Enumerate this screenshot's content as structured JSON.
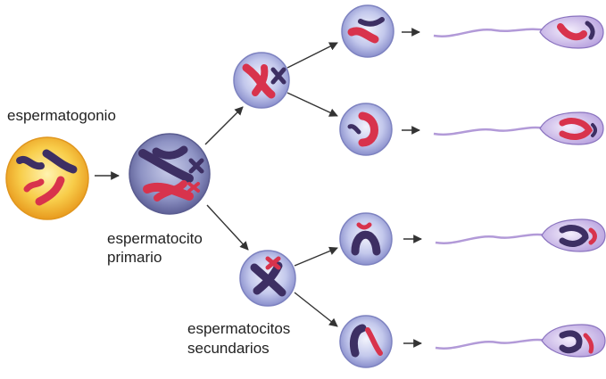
{
  "labels": {
    "spermatogonium": "espermatogonio",
    "primary_line1": "espermatocito",
    "primary_line2": "primario",
    "secondary_line1": "espermatocitos",
    "secondary_line2": "secundarios"
  },
  "colors": {
    "spermatogonium_fill": "#f2b632",
    "spermatogonium_center": "#ffe98a",
    "cell_fill": "#9ea6d6",
    "cell_center": "#e4e7f8",
    "chromosome_dark": "#3d2f63",
    "chromosome_red": "#d8334c",
    "arrow": "#333333",
    "sperm_fill": "#c6b2e6",
    "sperm_stroke": "#8a73bf"
  }
}
